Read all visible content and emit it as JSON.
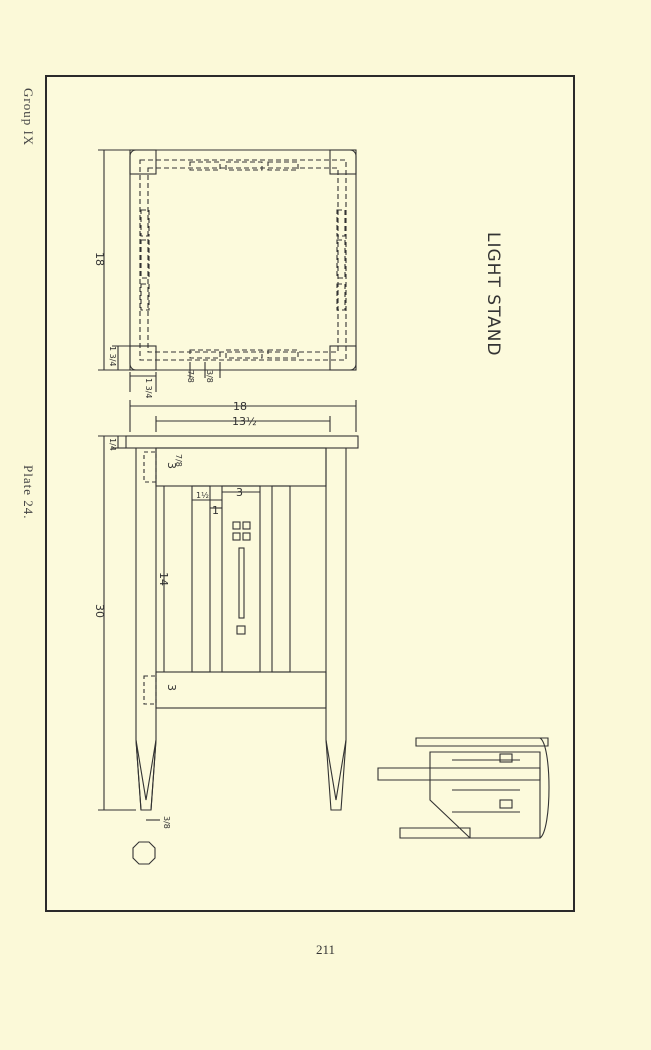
{
  "header": {
    "group": "Group IX",
    "plate": "Plate 24."
  },
  "page_number": "211",
  "drawing": {
    "title": "LIGHT STAND",
    "dimensions": {
      "top_depth": "18",
      "top_width": "18",
      "leg_span": "13½",
      "height": "30",
      "panel_height": "14",
      "top_thickness": "1/4",
      "overhang": "1 3/4",
      "corner_offset": "1 3/4",
      "rail_top": "3",
      "rail_bottom": "3",
      "rail_detail": "7/8",
      "slat_spacing": "1½",
      "slat_width": "1",
      "center_slat": "3",
      "tenon_a": "7/8",
      "tenon_b": "3/8",
      "leg_taper": "3/8"
    }
  }
}
